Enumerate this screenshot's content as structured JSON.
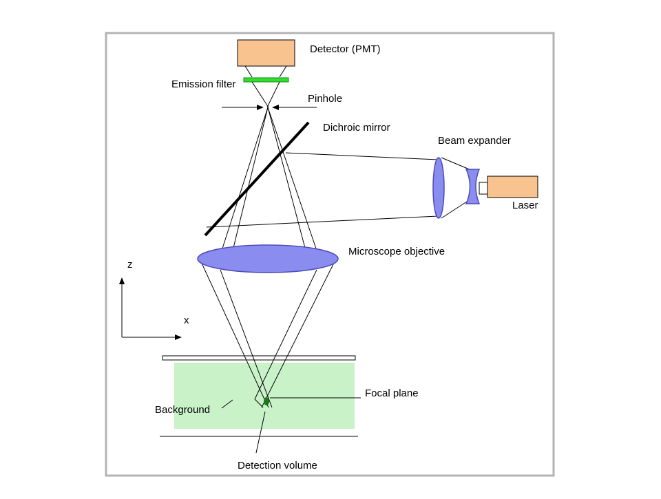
{
  "labels": {
    "detector": "Detector (PMT)",
    "emission_filter": "Emission filter",
    "pinhole": "Pinhole",
    "dichroic_mirror": "Dichroic  mirror",
    "beam_expander": "Beam expander",
    "laser": "Laser",
    "microscope_objective": "Microscope objective",
    "z_axis": "z",
    "x_axis": "x",
    "focal_plane": "Focal plane",
    "background": "Background",
    "detection_volume": "Detection  volume"
  },
  "colors": {
    "frame_border": "#b3b3b3",
    "detector_fill": "#f9c38f",
    "laser_fill": "#f9c38f",
    "emission_filter": "#33dd33",
    "lens_fill": "#8b8cef",
    "lens_stroke": "#4b4bb8",
    "sample_fill": "#c9f2c9",
    "detection_volume": "#1a7a1a",
    "line": "#000000"
  }
}
